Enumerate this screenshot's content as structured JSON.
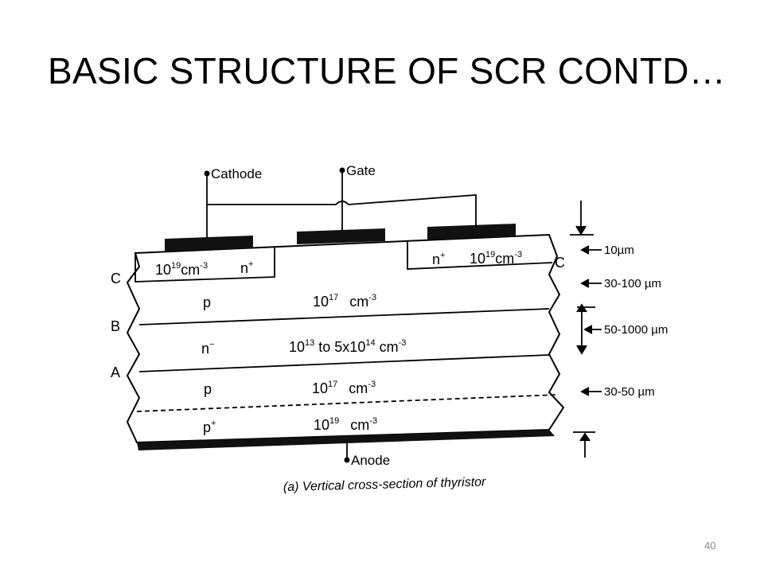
{
  "slide": {
    "title": "BASIC STRUCTURE OF SCR CONTD…",
    "page_number": "40"
  },
  "diagram": {
    "terminals": {
      "cathode": "Cathode",
      "gate": "Gate",
      "anode": "Anode"
    },
    "junctions": {
      "left_c": "C",
      "right_c": "C",
      "b": "B",
      "a": "A"
    },
    "layers": {
      "n_plus_left": {
        "conc_base": "10",
        "conc_exp": "19",
        "unit": "cm",
        "unit_exp": "-3",
        "type": "n",
        "type_sup": "+"
      },
      "n_plus_right": {
        "type": "n",
        "type_sup": "+",
        "conc_base": "10",
        "conc_exp": "19",
        "unit": "cm",
        "unit_exp": "-3"
      },
      "p_base": {
        "type": "p",
        "conc_base": "10",
        "conc_exp": "17",
        "unit": "cm",
        "unit_exp": "-3"
      },
      "n_drift": {
        "type": "n",
        "type_sup": "−",
        "conc_a_base": "10",
        "conc_a_exp": "13",
        "conc_mid": " to 5x10",
        "conc_b_exp": "14",
        "unit": " cm",
        "unit_exp": "-3"
      },
      "p_anode": {
        "type": "p",
        "conc_base": "10",
        "conc_exp": "17",
        "unit": "cm",
        "unit_exp": "-3"
      },
      "p_plus": {
        "type": "p",
        "type_sup": "+",
        "conc_base": "10",
        "conc_exp": "19",
        "unit": "cm",
        "unit_exp": "-3"
      }
    },
    "dimensions": {
      "d1": "10µm",
      "d2": "30-100 µm",
      "d3": "50-1000 µm",
      "d4": "30-50 µm"
    },
    "caption": "(a) Vertical cross-section of thyristor"
  }
}
